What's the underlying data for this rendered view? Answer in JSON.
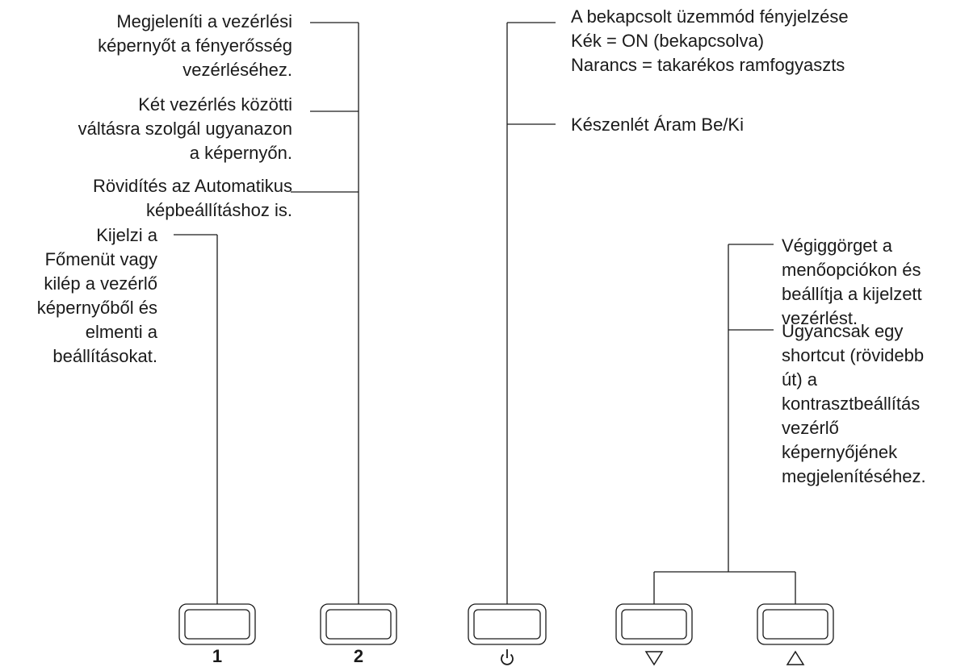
{
  "callouts": {
    "menu_display": [
      "Megjeleníti a vezérlési",
      "képernyőt a fényerősség",
      "vezérléséhez."
    ],
    "switch_controls": [
      "Két vezérlés közötti",
      "váltásra szolgál ugyanazon",
      "a képernyőn."
    ],
    "auto_shortcut": [
      "Rövidítés az Automatikus",
      "képbeállításhoz is."
    ],
    "main_menu": [
      "Kijelzi a",
      "Főmenüt vagy",
      "kilép a vezérlő",
      "képernyőből és",
      "elmenti a",
      "beállításokat."
    ],
    "power_led": [
      "A bekapcsolt üzemmód fényjelzése",
      "Kék = ON (bekapcsolva)",
      "Narancs = takarékos ramfogyaszts"
    ],
    "standby_power": [
      "Készenlét Áram Be/Ki"
    ],
    "scroll_options": [
      "Végiggörget a",
      "menőopciókon és",
      "beállítja a kijelzett",
      "vezérlést."
    ],
    "contrast_shortcut": [
      "Ugyancsak egy",
      "shortcut (rövidebb",
      "út) a",
      "kontrasztbeállítás",
      "vezérlő",
      "képernyőjének",
      "megjelenítéséhez."
    ]
  },
  "buttons": [
    {
      "label": "1",
      "icon": "none"
    },
    {
      "label": "2",
      "icon": "none"
    },
    {
      "label": "",
      "icon": "power-icon"
    },
    {
      "label": "",
      "icon": "triangle-down-icon"
    },
    {
      "label": "",
      "icon": "triangle-up-icon"
    }
  ],
  "colors": {
    "line": "#1a1a1a",
    "text": "#1a1a1a",
    "button_fill": "#ffffff"
  }
}
